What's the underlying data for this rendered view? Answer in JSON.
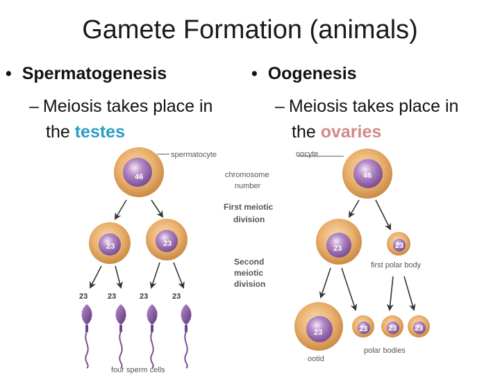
{
  "title": "Gamete Formation (animals)",
  "left": {
    "bullet": "Spermatogenesis",
    "sub_prefix": "Meiosis takes place in",
    "sub_the": "the",
    "sub_place": "testes"
  },
  "right": {
    "bullet": "Oogenesis",
    "sub_prefix": "Meiosis takes place in",
    "sub_the": "the",
    "sub_place": "ovaries"
  },
  "diagram": {
    "labels": {
      "spermatocyte": "spermatocyte",
      "chromosome_1": "chromosome",
      "chromosome_2": "number",
      "first_meiotic_1": "First meiotic",
      "first_meiotic_2": "division",
      "second_meiotic_1": "Second",
      "second_meiotic_2": "meiotic",
      "second_meiotic_3": "division",
      "four_sperm": "four sperm cells",
      "oocyte": "oocyte",
      "first_polar": "first polar body",
      "polar_bodies": "polar bodies",
      "ootid": "ootid"
    },
    "numbers": {
      "spermatocyte": "46",
      "oocyte": "46",
      "haploid": "23"
    },
    "colors": {
      "cell": "#e8a862",
      "nucleus": "#9a6bb0",
      "sperm": "#7a4d94",
      "arrow": "#333333",
      "testes": "#2a9dc4",
      "ovaries": "#d18a86"
    }
  }
}
